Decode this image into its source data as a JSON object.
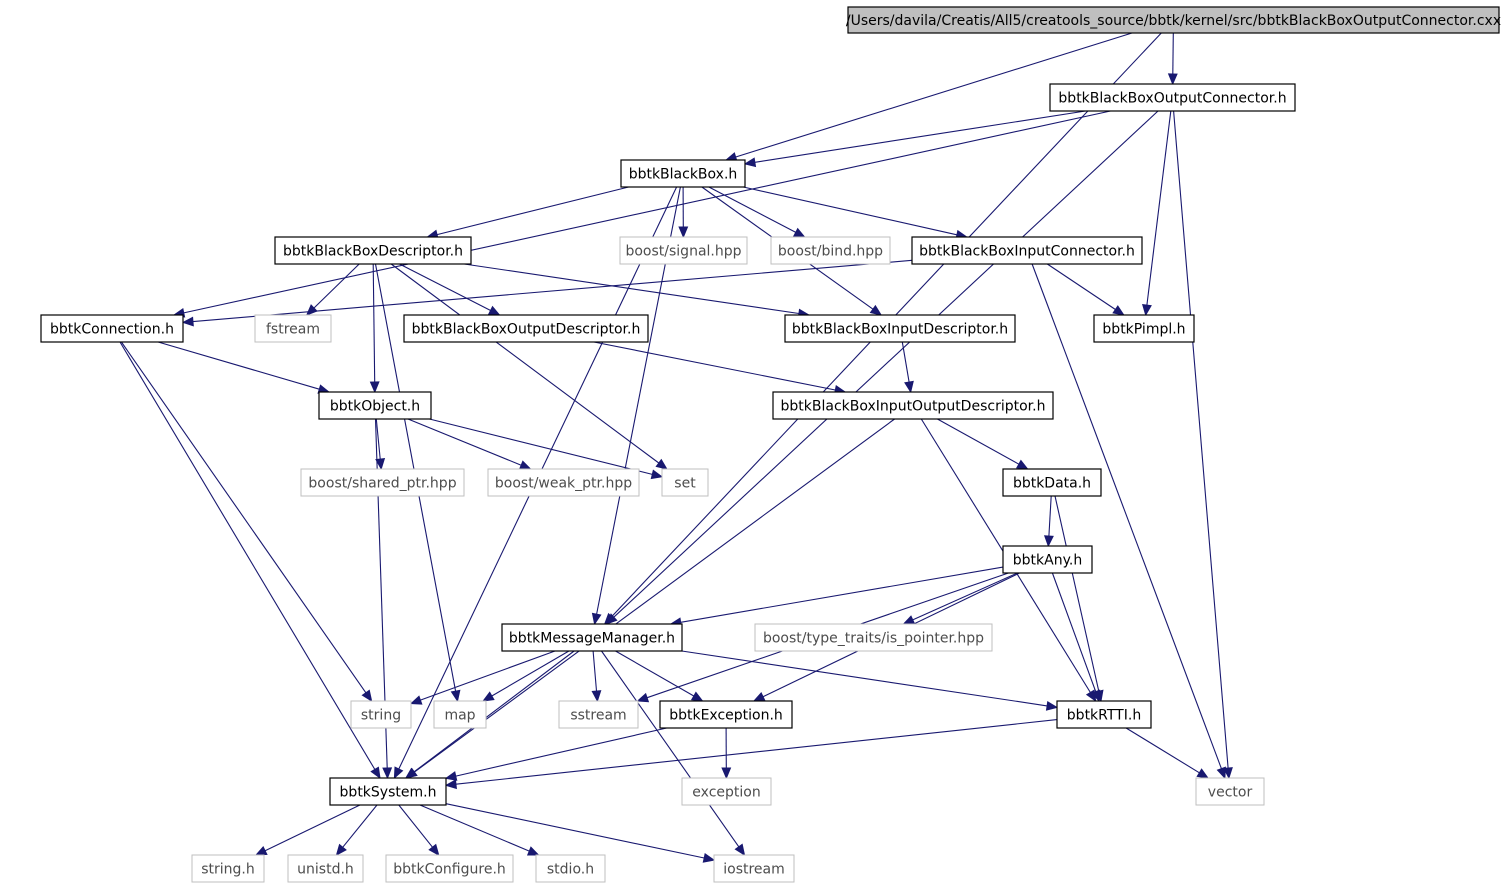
{
  "graph": {
    "root": "/Users/davila/Creatis/All5/creatools_source/bbtk/kernel/src/bbtkBlackBoxOutputConnector.cxx",
    "nodes": [
      {
        "id": "root",
        "label": "/Users/davila/Creatis/All5/creatools_source/bbtk/kernel/src/bbtkBlackBoxOutputConnector.cxx",
        "kind": "root"
      },
      {
        "id": "bboc_h",
        "label": "bbtkBlackBoxOutputConnector.h",
        "kind": "internal"
      },
      {
        "id": "bb_h",
        "label": "bbtkBlackBox.h",
        "kind": "internal"
      },
      {
        "id": "bbdesc_h",
        "label": "bbtkBlackBoxDescriptor.h",
        "kind": "internal"
      },
      {
        "id": "signal",
        "label": "boost/signal.hpp",
        "kind": "external"
      },
      {
        "id": "bind",
        "label": "boost/bind.hpp",
        "kind": "external"
      },
      {
        "id": "bbic_h",
        "label": "bbtkBlackBoxInputConnector.h",
        "kind": "internal"
      },
      {
        "id": "conn_h",
        "label": "bbtkConnection.h",
        "kind": "internal"
      },
      {
        "id": "fstream",
        "label": "fstream",
        "kind": "external"
      },
      {
        "id": "bbod_h",
        "label": "bbtkBlackBoxOutputDescriptor.h",
        "kind": "internal"
      },
      {
        "id": "bbid_h",
        "label": "bbtkBlackBoxInputDescriptor.h",
        "kind": "internal"
      },
      {
        "id": "pimpl_h",
        "label": "bbtkPimpl.h",
        "kind": "internal"
      },
      {
        "id": "object_h",
        "label": "bbtkObject.h",
        "kind": "internal"
      },
      {
        "id": "bbiod_h",
        "label": "bbtkBlackBoxInputOutputDescriptor.h",
        "kind": "internal"
      },
      {
        "id": "shared",
        "label": "boost/shared_ptr.hpp",
        "kind": "external"
      },
      {
        "id": "weak",
        "label": "boost/weak_ptr.hpp",
        "kind": "external"
      },
      {
        "id": "set",
        "label": "set",
        "kind": "external"
      },
      {
        "id": "data_h",
        "label": "bbtkData.h",
        "kind": "internal"
      },
      {
        "id": "any_h",
        "label": "bbtkAny.h",
        "kind": "internal"
      },
      {
        "id": "msg_h",
        "label": "bbtkMessageManager.h",
        "kind": "internal"
      },
      {
        "id": "typetraits",
        "label": "boost/type_traits/is_pointer.hpp",
        "kind": "external"
      },
      {
        "id": "string",
        "label": "string",
        "kind": "external"
      },
      {
        "id": "map",
        "label": "map",
        "kind": "external"
      },
      {
        "id": "sstream",
        "label": "sstream",
        "kind": "external"
      },
      {
        "id": "exc_h",
        "label": "bbtkException.h",
        "kind": "internal"
      },
      {
        "id": "rtti_h",
        "label": "bbtkRTTI.h",
        "kind": "internal"
      },
      {
        "id": "exception",
        "label": "exception",
        "kind": "external"
      },
      {
        "id": "vector",
        "label": "vector",
        "kind": "external"
      },
      {
        "id": "system_h",
        "label": "bbtkSystem.h",
        "kind": "internal"
      },
      {
        "id": "string_h",
        "label": "string.h",
        "kind": "external"
      },
      {
        "id": "unistd",
        "label": "unistd.h",
        "kind": "external"
      },
      {
        "id": "config_h",
        "label": "bbtkConfigure.h",
        "kind": "external"
      },
      {
        "id": "stdio",
        "label": "stdio.h",
        "kind": "external"
      },
      {
        "id": "iostream",
        "label": "iostream",
        "kind": "external"
      }
    ],
    "edges": [
      [
        "root",
        "bboc_h"
      ],
      [
        "root",
        "bb_h"
      ],
      [
        "root",
        "msg_h"
      ],
      [
        "bboc_h",
        "bb_h"
      ],
      [
        "bboc_h",
        "conn_h"
      ],
      [
        "bboc_h",
        "pimpl_h"
      ],
      [
        "bboc_h",
        "msg_h"
      ],
      [
        "bboc_h",
        "vector"
      ],
      [
        "bb_h",
        "bbdesc_h"
      ],
      [
        "bb_h",
        "signal"
      ],
      [
        "bb_h",
        "bind"
      ],
      [
        "bb_h",
        "bbic_h"
      ],
      [
        "bb_h",
        "system_h"
      ],
      [
        "bb_h",
        "bbid_h"
      ],
      [
        "bb_h",
        "msg_h"
      ],
      [
        "bbdesc_h",
        "fstream"
      ],
      [
        "bbdesc_h",
        "bbod_h"
      ],
      [
        "bbdesc_h",
        "object_h"
      ],
      [
        "bbdesc_h",
        "map"
      ],
      [
        "bbdesc_h",
        "set"
      ],
      [
        "bbdesc_h",
        "bbid_h"
      ],
      [
        "bbic_h",
        "conn_h"
      ],
      [
        "bbic_h",
        "pimpl_h"
      ],
      [
        "bbic_h",
        "vector"
      ],
      [
        "conn_h",
        "object_h"
      ],
      [
        "conn_h",
        "string"
      ],
      [
        "conn_h",
        "system_h"
      ],
      [
        "bbod_h",
        "bbiod_h"
      ],
      [
        "bbid_h",
        "bbiod_h"
      ],
      [
        "object_h",
        "shared"
      ],
      [
        "object_h",
        "weak"
      ],
      [
        "object_h",
        "set"
      ],
      [
        "object_h",
        "system_h"
      ],
      [
        "bbiod_h",
        "data_h"
      ],
      [
        "bbiod_h",
        "system_h"
      ],
      [
        "bbiod_h",
        "rtti_h"
      ],
      [
        "data_h",
        "any_h"
      ],
      [
        "data_h",
        "rtti_h"
      ],
      [
        "any_h",
        "msg_h"
      ],
      [
        "any_h",
        "typetraits"
      ],
      [
        "any_h",
        "sstream"
      ],
      [
        "any_h",
        "exc_h"
      ],
      [
        "any_h",
        "rtti_h"
      ],
      [
        "msg_h",
        "string"
      ],
      [
        "msg_h",
        "map"
      ],
      [
        "msg_h",
        "sstream"
      ],
      [
        "msg_h",
        "exc_h"
      ],
      [
        "msg_h",
        "rtti_h"
      ],
      [
        "msg_h",
        "iostream"
      ],
      [
        "msg_h",
        "system_h"
      ],
      [
        "exc_h",
        "exception"
      ],
      [
        "exc_h",
        "system_h"
      ],
      [
        "rtti_h",
        "vector"
      ],
      [
        "rtti_h",
        "system_h"
      ],
      [
        "system_h",
        "string_h"
      ],
      [
        "system_h",
        "unistd"
      ],
      [
        "system_h",
        "config_h"
      ],
      [
        "system_h",
        "stdio"
      ],
      [
        "system_h",
        "iostream"
      ]
    ]
  },
  "colors": {
    "edge": "#191970",
    "root_fill": "#bfbfbf",
    "internal_border": "#000000",
    "external_border": "#bfbfbf",
    "external_text": "#4d4d4d"
  }
}
